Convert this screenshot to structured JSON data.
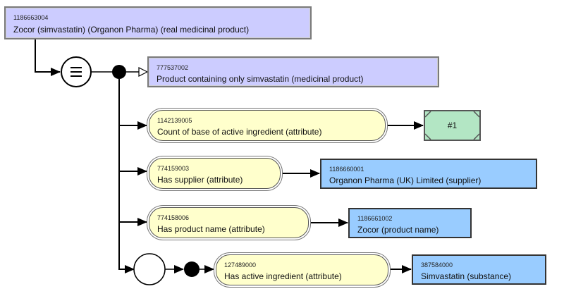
{
  "diagram": {
    "focus_concept": {
      "sctid": "1186663004",
      "label": "Zocor (simvastatin) (Organon Pharma) (real medicinal product)",
      "type": "defined",
      "color": "#ccccff"
    },
    "definition_status_symbol": "≡",
    "parent": {
      "sctid": "777537002",
      "label": "Product containing only simvastatin (medicinal product)",
      "type": "defined",
      "color": "#ccccff"
    },
    "attributes": [
      {
        "attribute": {
          "sctid": "1142139005",
          "label": "Count of base of active ingredient (attribute)"
        },
        "value": {
          "kind": "concrete",
          "label": "#1",
          "color": "#b3e6c4"
        }
      },
      {
        "attribute": {
          "sctid": "774159003",
          "label": "Has supplier (attribute)"
        },
        "value": {
          "kind": "concept",
          "sctid": "1186660001",
          "label": "Organon Pharma (UK) Limited (supplier)",
          "color": "#99ccff"
        }
      },
      {
        "attribute": {
          "sctid": "774158006",
          "label": "Has product name (attribute)"
        },
        "value": {
          "kind": "concept",
          "sctid": "1186661002",
          "label": "Zocor (product name)",
          "color": "#99ccff"
        }
      }
    ],
    "role_group": {
      "attributes": [
        {
          "attribute": {
            "sctid": "127489000",
            "label": "Has active ingredient (attribute)"
          },
          "value": {
            "kind": "concept",
            "sctid": "387584000",
            "label": "Simvastatin (substance)",
            "color": "#99ccff"
          }
        }
      ]
    },
    "colors": {
      "defined_concept": "#ccccff",
      "primitive_concept": "#99ccff",
      "attribute": "#ffffcc",
      "concrete_value": "#b3e6c4"
    }
  }
}
